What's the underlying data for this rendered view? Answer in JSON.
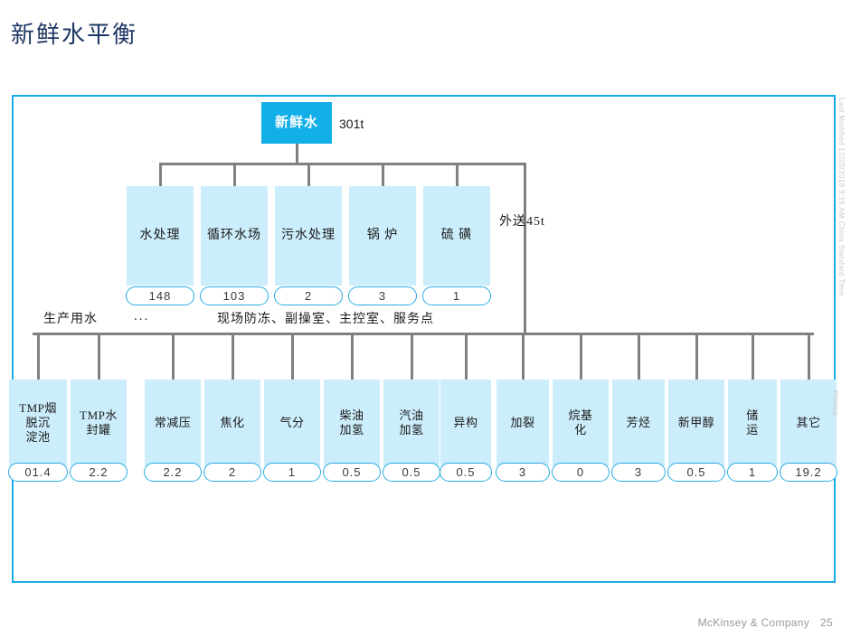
{
  "slide": {
    "title": "新鲜水平衡",
    "title_color": "#1F3864",
    "frame_color": "#17ACE8",
    "node_fill": "#CCEDFB",
    "root_fill": "#13AFE8",
    "connector_color": "#808080",
    "pill_border": "#29ABE2"
  },
  "root": {
    "label": "新鲜水",
    "amount": "301t"
  },
  "annotations": {
    "outbound": "外送45t",
    "production_water": "生产用水",
    "ellipsis": "...",
    "site_uses": "现场防冻、副操室、主控室、服务点"
  },
  "level2": [
    {
      "label": "水处理",
      "value": "148"
    },
    {
      "label": "循环水场",
      "value": "103"
    },
    {
      "label": "污水处理",
      "value": "2"
    },
    {
      "label": "锅 炉",
      "value": "3"
    },
    {
      "label": "硫 磺",
      "value": "1"
    }
  ],
  "level3": [
    {
      "label": "TMP烟\n脱沉\n淀池",
      "value": "01.4"
    },
    {
      "label": "TMP水\n封罐",
      "value": "2.2"
    },
    {
      "label": "常减压",
      "value": "2.2"
    },
    {
      "label": "焦化",
      "value": "2"
    },
    {
      "label": "气分",
      "value": "1"
    },
    {
      "label": "柴油\n加氢",
      "value": "0.5"
    },
    {
      "label": "汽油\n加氢",
      "value": "0.5"
    },
    {
      "label": "异构",
      "value": "0.5"
    },
    {
      "label": "加裂",
      "value": "3"
    },
    {
      "label": "烷基\n化",
      "value": "0"
    },
    {
      "label": "芳烃",
      "value": "3"
    },
    {
      "label": "新甲醇",
      "value": "0.5"
    },
    {
      "label": "储\n运",
      "value": "1"
    },
    {
      "label": "其它",
      "value": "19.2"
    }
  ],
  "template": {
    "last_modified": "Last Modified 12/20/2018 9:16 AM China Standard Time",
    "printed": "Printed"
  },
  "footer": {
    "brand": "McKinsey & Company",
    "page": "25"
  }
}
